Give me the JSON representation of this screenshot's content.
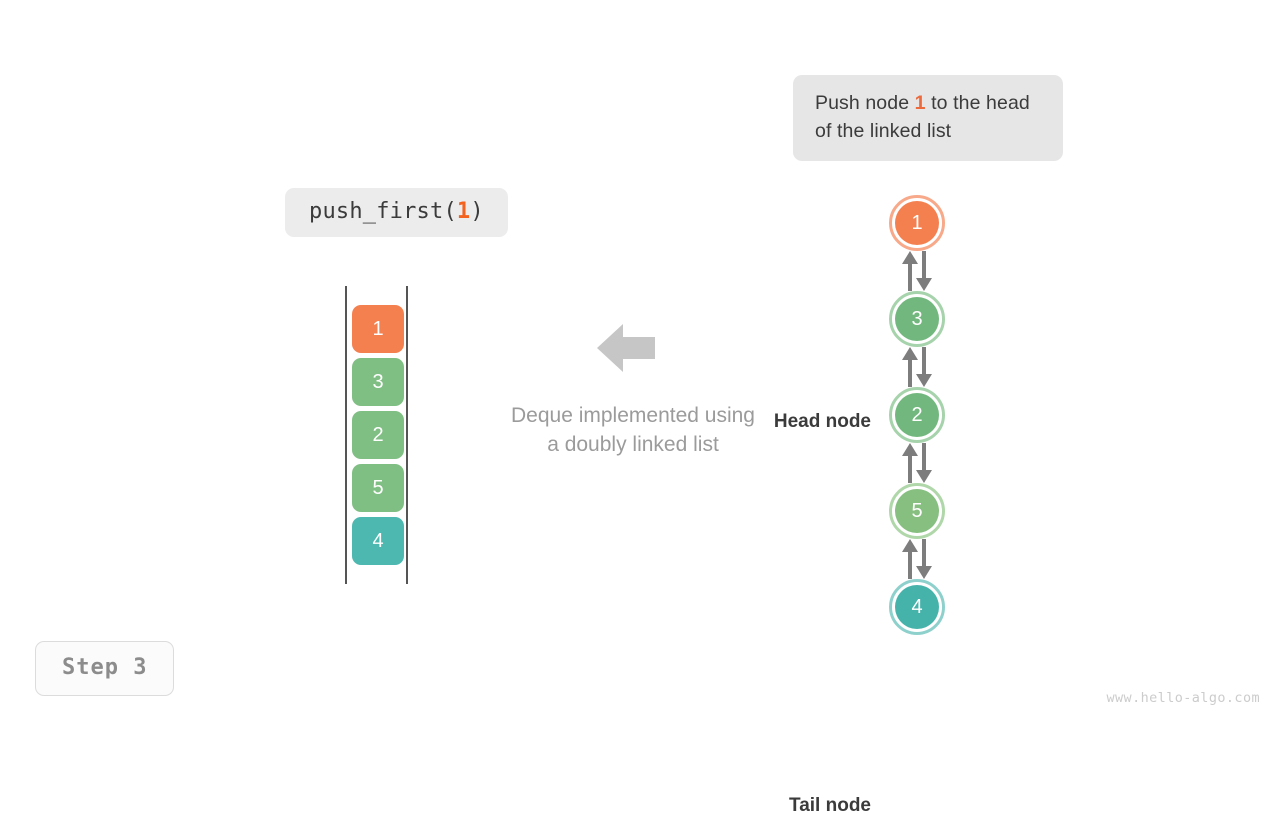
{
  "callout": {
    "text_before": "Push node ",
    "accent": "1",
    "text_after": " to the head of the linked list"
  },
  "code_pill": {
    "prefix": "push_first(",
    "arg": "1",
    "suffix": ")"
  },
  "deque": {
    "items": [
      {
        "value": "1",
        "color": "#f4804f"
      },
      {
        "value": "3",
        "color": "#80bf84"
      },
      {
        "value": "2",
        "color": "#80bf84"
      },
      {
        "value": "5",
        "color": "#80bf84"
      },
      {
        "value": "4",
        "color": "#4cb8b0"
      }
    ]
  },
  "caption": {
    "line1": "Deque implemented using",
    "line2": "a doubly linked list"
  },
  "linked_list": {
    "head_label": "Head node",
    "tail_label": "Tail node",
    "nodes": [
      {
        "value": "1",
        "fill": "#f4804f",
        "ring": "#f7a98a"
      },
      {
        "value": "3",
        "fill": "#72b87e",
        "ring": "#a6d3ab"
      },
      {
        "value": "2",
        "fill": "#72b87e",
        "ring": "#a6d3ab"
      },
      {
        "value": "5",
        "fill": "#86bf80",
        "ring": "#b0d7a9"
      },
      {
        "value": "4",
        "fill": "#46b3ab",
        "ring": "#8ed1cc"
      }
    ]
  },
  "step_badge": {
    "label": "Step 3"
  },
  "watermark": {
    "text": "www.hello-algo.com"
  },
  "colors": {
    "accent_orange": "#f4621f",
    "node_orange": "#f4804f",
    "node_green": "#72b87e",
    "node_teal": "#46b3ab",
    "arrow_gray": "#7d7d7d",
    "box_gray": "#e6e6e6",
    "text_dark": "#3b3b3b",
    "text_muted": "#9b9b9b"
  }
}
